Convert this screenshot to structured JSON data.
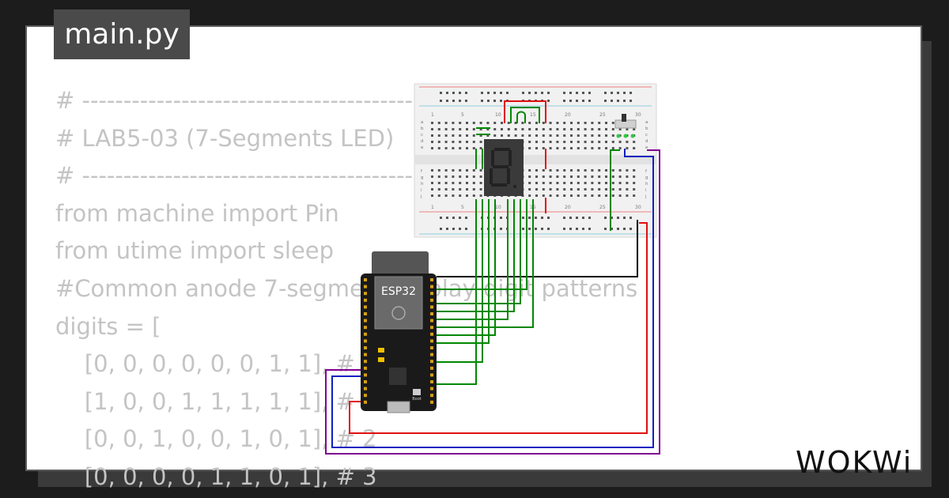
{
  "tab": {
    "label": "main.py"
  },
  "code": {
    "lines": [
      "# ----------------------------------------",
      "# LAB5-03 (7-Segments LED)",
      "# ----------------------------------------",
      "from machine import Pin",
      "from utime import sleep",
      "#Common anode 7-segment display digit patterns",
      "digits = [",
      "    [0, 0, 0, 0, 0, 0, 1, 1], # 0",
      "    [1, 0, 0, 1, 1, 1, 1, 1], # 1",
      "    [0, 0, 1, 0, 0, 1, 0, 1], # 2",
      "    [0, 0, 0, 0, 1, 1, 0, 1], # 3"
    ]
  },
  "board": {
    "label": "ESP32",
    "boot_label": "Boot"
  },
  "breadboard": {
    "numbers": [
      "1",
      "5",
      "10",
      "15",
      "20",
      "25",
      "30"
    ],
    "rows_top": [
      "a",
      "b",
      "c",
      "d",
      "e"
    ],
    "rows_bottom": [
      "f",
      "g",
      "h",
      "i",
      "j"
    ]
  },
  "logo": {
    "text": "WOKWi"
  },
  "colors": {
    "wire_green": "#008800",
    "wire_red": "#e01010",
    "wire_blue": "#1020c0",
    "wire_purple": "#800090",
    "wire_black": "#000000"
  }
}
